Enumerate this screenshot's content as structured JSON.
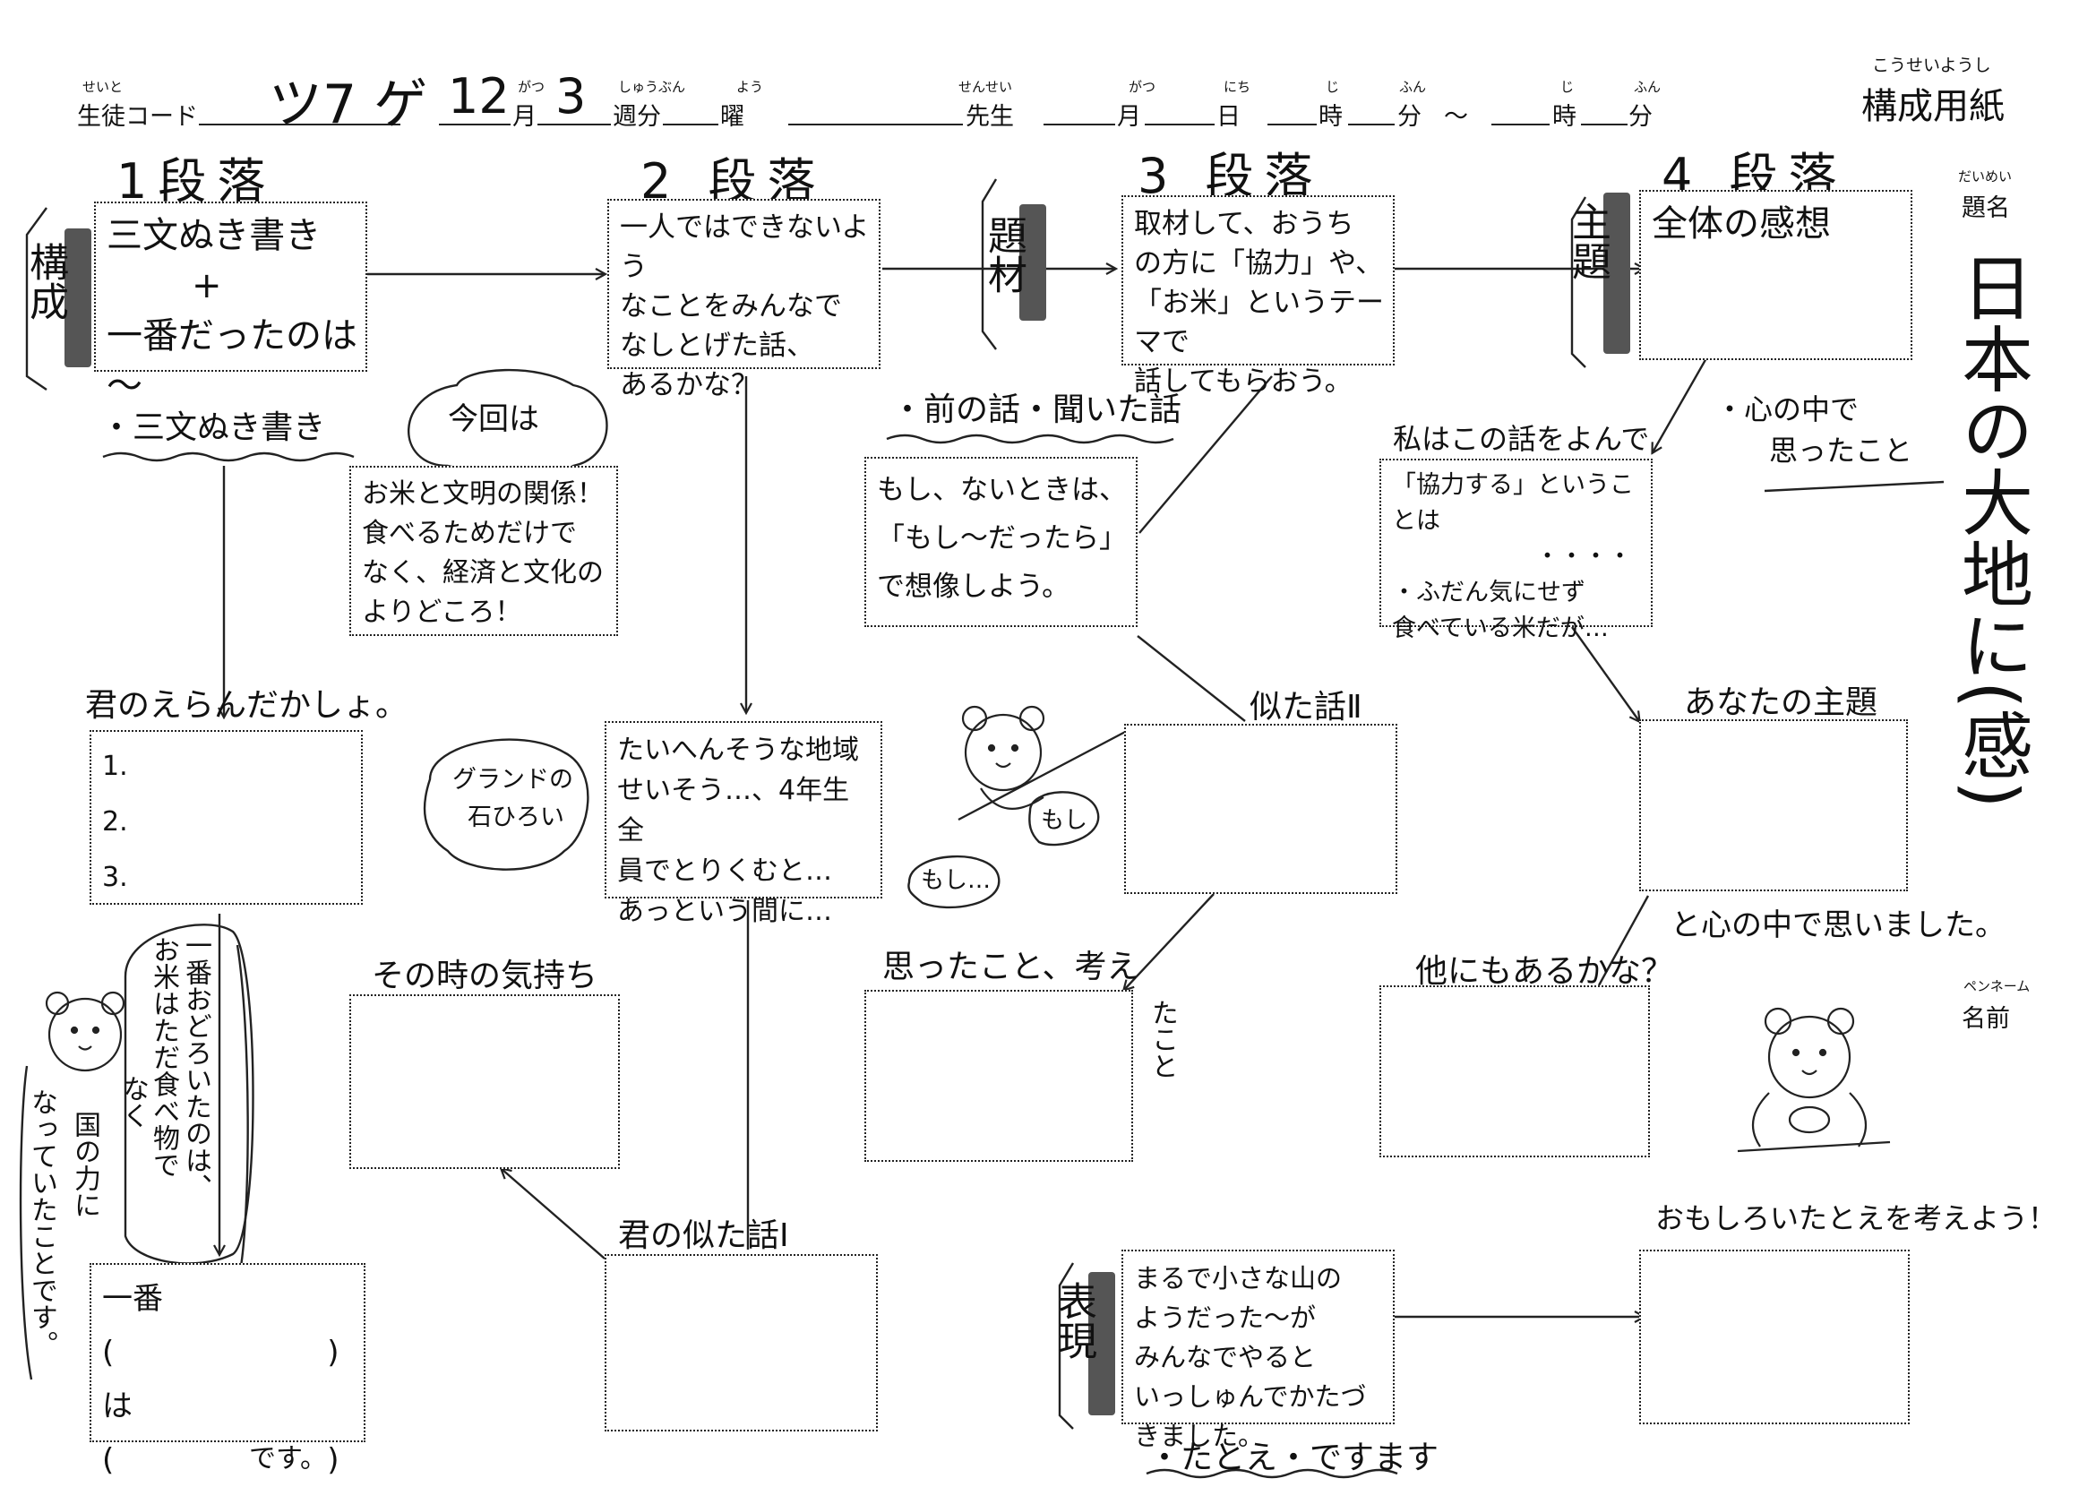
{
  "header": {
    "student_code_ruby": "せいと",
    "student_code_label": "生徒コード",
    "student_code_value": "ツ7 ゲ",
    "month_value": "12",
    "month_ruby": "がつ",
    "month_label": "月",
    "week_value": "3",
    "week_ruby": "しゅうぶん",
    "week_label": "週分",
    "day_ruby": "よう",
    "day_label": "曜",
    "teacher_ruby": "せんせい",
    "teacher_label": "先生",
    "date_month_ruby": "がつ",
    "date_month_label": "月",
    "date_day_ruby": "にち",
    "date_day_label": "日",
    "hour_ruby": "じ",
    "hour_label": "時",
    "minute_ruby": "ふん",
    "minute_label": "分",
    "tilde": "～",
    "hour2_ruby": "じ",
    "hour2_label": "時",
    "minute2_ruby": "ふん",
    "minute2_label": "分",
    "form_title_ruby": "こうせいようし",
    "form_title": "構成用紙"
  },
  "right_panel": {
    "title_ruby": "だいめい",
    "title_label": "題名",
    "title_value": "日本の大地に(感)",
    "penname_ruby": "ペンネーム",
    "penname_label": "名前"
  },
  "paragraphs": {
    "p1": "1段落",
    "p2": "2 段落",
    "p3": "3 段落",
    "p4": "4 段落"
  },
  "side_labels": {
    "kousei": "構成",
    "daizai": "題材",
    "shudai": "主題",
    "hyougen": "表現"
  },
  "boxes": {
    "b1_lines": [
      "三文ぬき書き",
      "+",
      "一番だったのは～"
    ],
    "b2_lines": [
      "一人ではできないよう",
      "なことをみんなで",
      "なしとげた話、",
      "あるかな？"
    ],
    "b3_lines": [
      "取材して、おうち",
      "の方に「協力」や、",
      "「お米」というテーマで",
      "話してもらおう。"
    ],
    "b4_lines": [
      "全体の感想"
    ],
    "kon_lines": [
      "お米と文明の関係！",
      "食べるためだけで",
      "なく、経済と文化の",
      "よりどころ！"
    ],
    "moshi_lines": [
      "もし、ないときは、",
      "「もし～だったら」",
      "で想像しよう。"
    ],
    "kyouryoku_lines": [
      "「協力する」ということは",
      "・・・・",
      "・ふだん気にせず",
      "食べている米だが…"
    ],
    "taihen_lines": [
      "たいへんそうな地域",
      "せいそう…、4年生全",
      "員でとりくむと…",
      "あっという間に…"
    ],
    "list_lines": [
      "1.",
      "2.",
      "3."
    ],
    "ichiban_lines": [
      "一番",
      "(　　　　　　　)は",
      "(　　　　　　　)"
    ],
    "hyougen_lines": [
      "まるで小さな山の",
      "ようだった～が",
      "みんなでやると",
      "いっしゅんでかたづきました。"
    ]
  },
  "notes": {
    "sanbun": "・三文ぬき書き",
    "mae": "・前の話・聞いた話",
    "kokoro1": "・心の中で",
    "kokoro2": "思ったこと",
    "watashi": "私はこの話をよんで",
    "kimi_erabi": "君のえらんだかしょ。",
    "konkai": "今回は",
    "nita2": "似た話Ⅱ",
    "anata": "あなたの主題",
    "ground1": "グランドの",
    "ground2": "石ひろい",
    "moshi_a": "もし",
    "moshi_b": "もし…",
    "sonotoki": "その時の気持ち",
    "omotta": "思ったこと、考え",
    "takoto": "たこと",
    "hoka": "他にもあるかな？",
    "kokoro_naka": "と心の中で思いました。",
    "vert_a": "一番おどろいたのは、",
    "vert_b": "お米はただ食べ物で",
    "vert_c": "なく",
    "vert_d": "国の力に",
    "vert_e": "なっていたことです。",
    "kimi_nita": "君の似た話Ⅰ",
    "desu": "です。",
    "omoshiroi": "おもしろいたとえを考えよう！",
    "tatoe": "・たとえ・ですます"
  }
}
